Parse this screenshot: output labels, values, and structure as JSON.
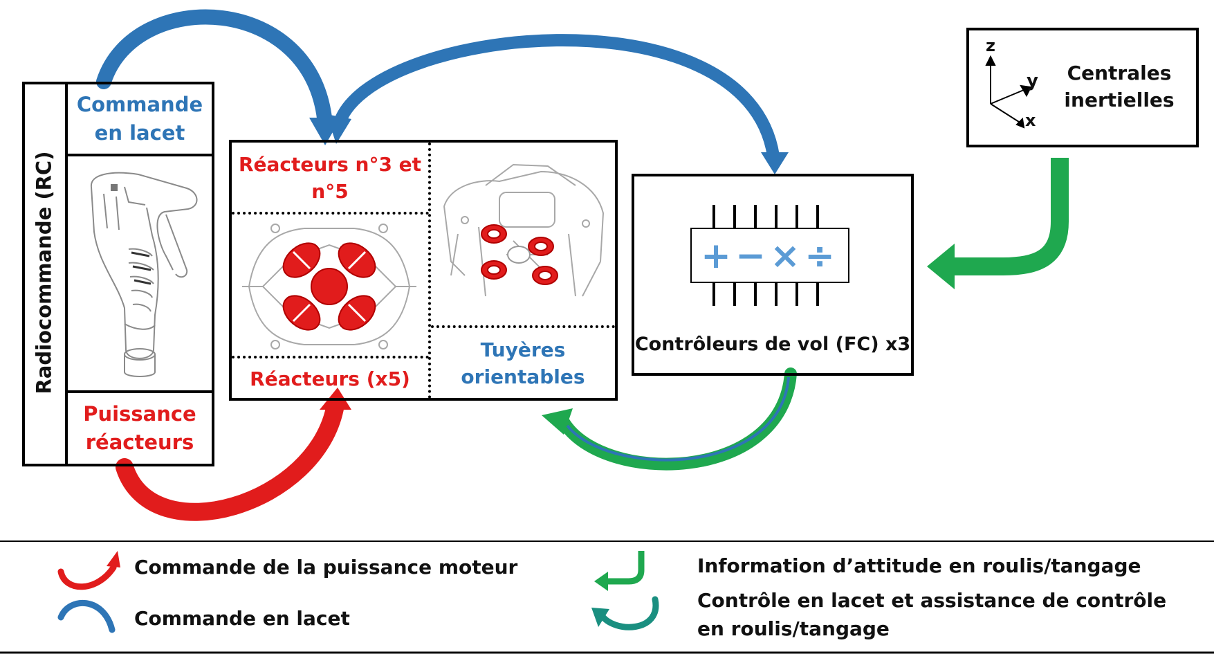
{
  "colors": {
    "blue": "#2e75b6",
    "red": "#e11c1c",
    "green": "#1fa84f",
    "teal": "#1a8f80",
    "black": "#000000"
  },
  "rc": {
    "title": "Radiocommande (RC)",
    "yaw_cmd": "Commande en lacet",
    "power": "Puissance réacteurs",
    "image": "joystick-illustration"
  },
  "engines": {
    "top_label": "Réacteurs n°3 et n°5",
    "bottom_label": "Réacteurs (x5)",
    "nozzles_label": "Tuyères orientables",
    "top_view_image": "drone-top-view-illustration",
    "side_view_image": "drone-3d-view-illustration"
  },
  "fc": {
    "label": "Contrôleurs de vol (FC) x3",
    "chip_icon": "math-chip-icon",
    "ops": [
      "+",
      "−",
      "×",
      "÷"
    ]
  },
  "imu": {
    "label": "Centrales inertielles",
    "axes": {
      "z": "z",
      "y": "y",
      "x": "x"
    }
  },
  "legend": {
    "items": [
      {
        "icon": "red-curved-arrow-icon",
        "label": "Commande de la puissance moteur"
      },
      {
        "icon": "blue-curved-arrow-icon",
        "label": "Commande en lacet"
      },
      {
        "icon": "green-hook-arrow-icon",
        "label": "Information d’attitude en roulis/tangage"
      },
      {
        "icon": "teal-curved-arrow-icon",
        "label": "Contrôle en lacet et assistance de contrôle en roulis/tangage"
      }
    ]
  }
}
